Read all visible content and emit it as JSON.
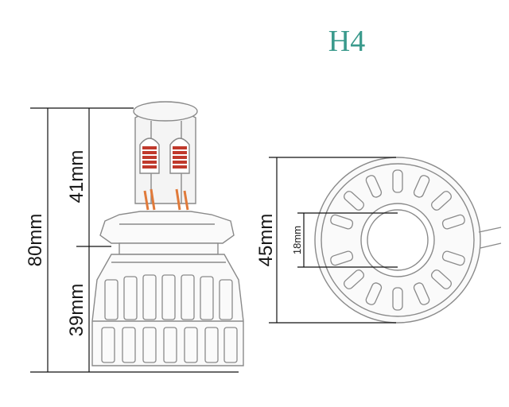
{
  "title": "H4",
  "dimensions": {
    "total_height": "80mm",
    "upper_height": "41mm",
    "lower_height": "39mm",
    "outer_diameter": "45mm",
    "inner_diameter": "18mm"
  },
  "colors": {
    "title": "#3a9a8c",
    "line": "#111111",
    "body_stroke": "#8a8a8a",
    "led_orange": "#e07a3a",
    "led_red": "#c0392b"
  }
}
